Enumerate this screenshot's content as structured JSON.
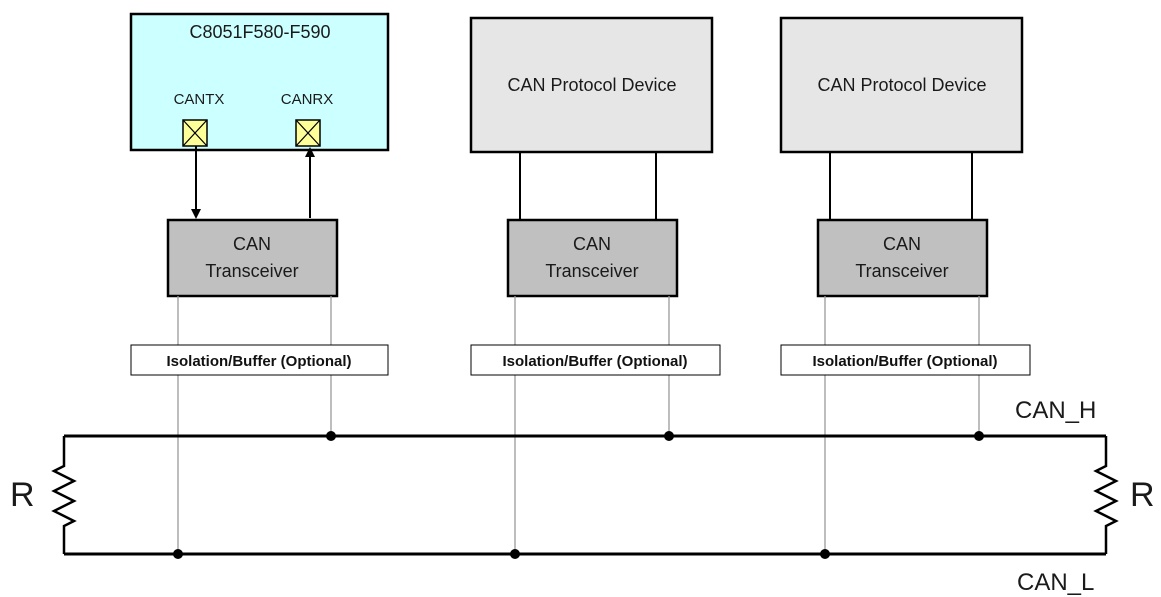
{
  "mcu": {
    "title": "C8051F580-F590",
    "pin_tx": "CANTX",
    "pin_rx": "CANRX"
  },
  "devices": [
    {
      "title": "CAN Protocol Device"
    },
    {
      "title": "CAN Protocol Device"
    }
  ],
  "transceivers": [
    {
      "line1": "CAN",
      "line2": "Transceiver"
    },
    {
      "line1": "CAN",
      "line2": "Transceiver"
    },
    {
      "line1": "CAN",
      "line2": "Transceiver"
    }
  ],
  "isolation": [
    {
      "label": "Isolation/Buffer (Optional)"
    },
    {
      "label": "Isolation/Buffer (Optional)"
    },
    {
      "label": "Isolation/Buffer (Optional)"
    }
  ],
  "bus": {
    "high_label": "CAN_H",
    "low_label": "CAN_L"
  },
  "terminations": {
    "left": "R",
    "right": "R"
  },
  "colors": {
    "mcu_fill": "#ccffff",
    "device_fill": "#e6e6e6",
    "transceiver_fill": "#c0c0c0",
    "pin_fill": "#ffff99",
    "line": "#000000",
    "thin_line": "#9a9a9a"
  }
}
